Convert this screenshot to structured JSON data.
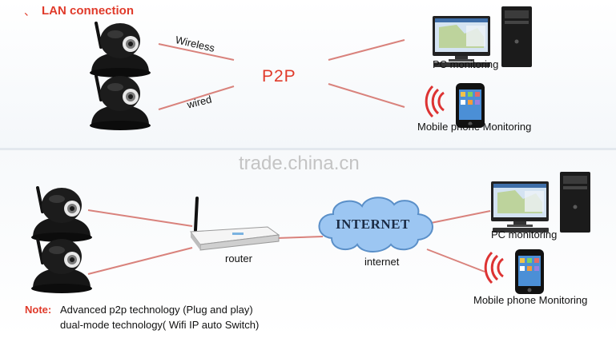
{
  "top": {
    "title_mark": "、",
    "title": "LAN connection",
    "p2p": "P2P",
    "wireless": "Wireless",
    "wired": "wired",
    "pc_label": "PC monitoring",
    "mobile_label": "Mobile phone Monitoring"
  },
  "watermark": "trade.china.cn",
  "bottom": {
    "router": "router",
    "internet_cloud": "INTERNET",
    "internet": "internet",
    "pc_label": "PC monitoring",
    "mobile_label": "Mobile phone Monitoring",
    "note_label": "Note:",
    "note_line1": "Advanced p2p technology (Plug and play)",
    "note_line2": "dual-mode technology( Wifi IP auto Switch)"
  },
  "colors": {
    "accent": "#e03a2a",
    "link_line": "#d9827c",
    "camera": "#151515",
    "cloud": "#9cc6f2"
  },
  "icons": [
    "ip-camera-icon",
    "desktop-pc-icon",
    "mobile-phone-icon",
    "wifi-signal-icon",
    "router-icon",
    "internet-cloud-icon"
  ]
}
